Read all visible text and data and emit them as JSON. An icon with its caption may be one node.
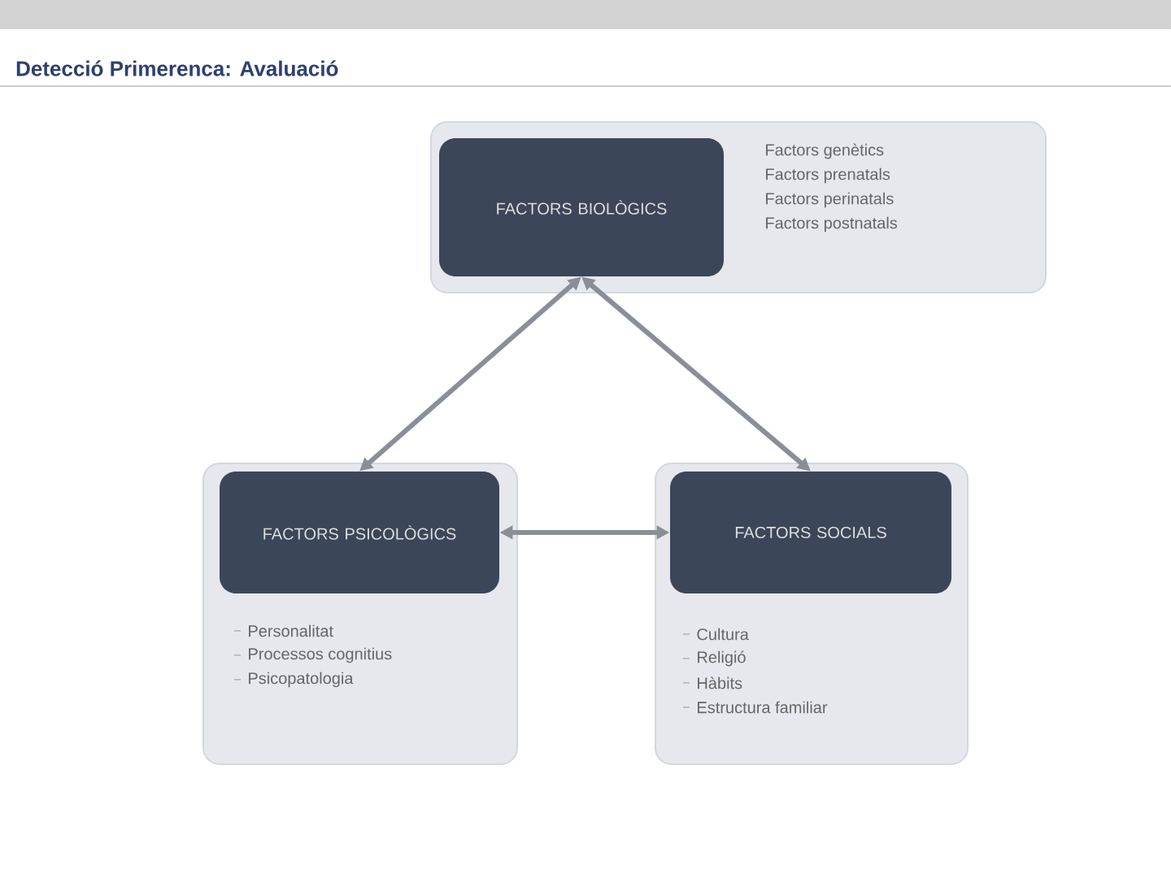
{
  "diagram": {
    "title": "Detecció Primerenca: Avaluació",
    "nodes": [
      {
        "text": [
          "Factors genètics",
          "Factors prenatals",
          "Factors perinatals",
          "Factors postnatals"
        ]
      },
      {
        "text": [
          "FACTORS BIOLÒGICS"
        ],
        "in": 0
      },
      {
        "text": [
          "Personalitat",
          "Processos cognitius",
          "Psicopatologia"
        ]
      },
      {
        "text": [
          "FACTORS PSICOLÒGICS"
        ],
        "in": 2
      },
      {
        "text": [
          "Cultura",
          "Religió",
          "Hàbits",
          "Estructura familiar"
        ]
      },
      {
        "text": [
          "FACTORS SOCIALS"
        ],
        "in": 4
      }
    ],
    "edges": [
      {
        "from": 1,
        "to": 3,
        "arrow": "both"
      },
      {
        "from": 1,
        "to": 5,
        "arrow": "both"
      },
      {
        "from": 3,
        "to": 5,
        "arrow": "both"
      }
    ]
  }
}
